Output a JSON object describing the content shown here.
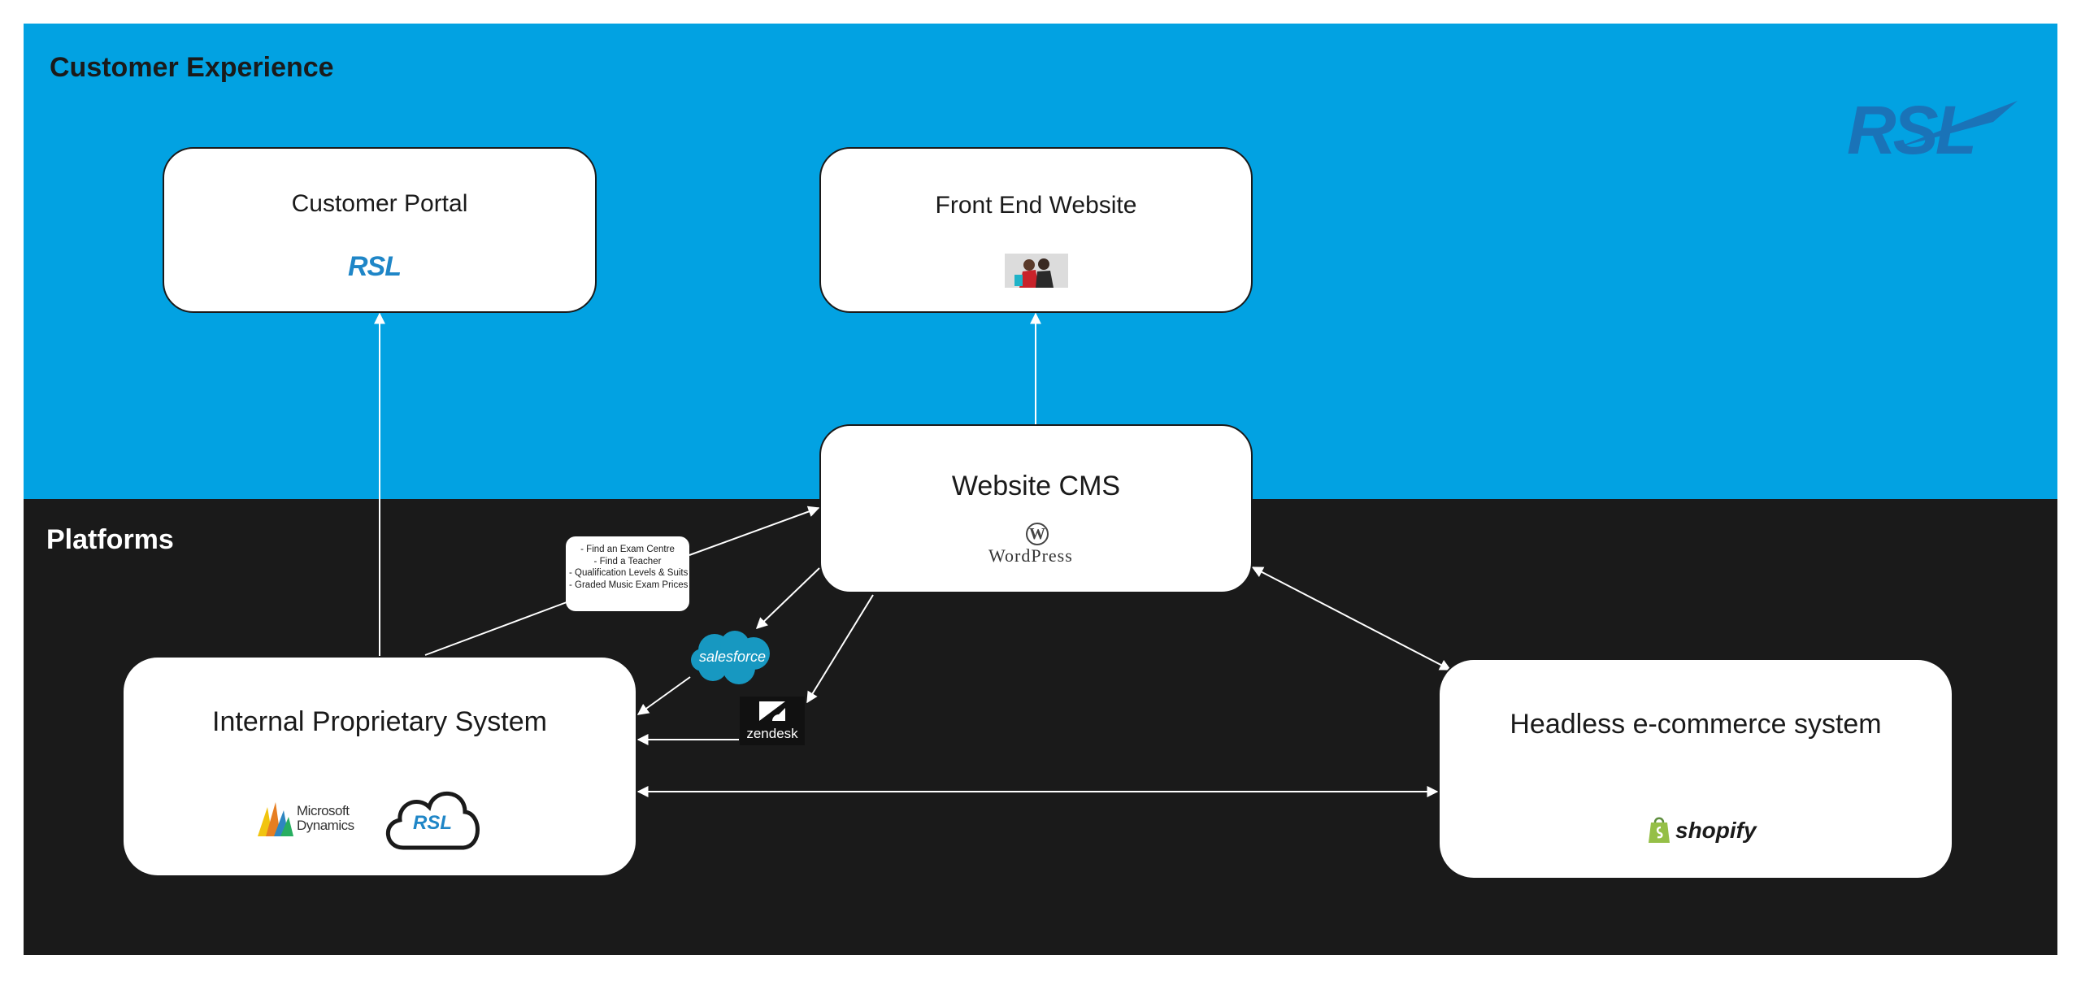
{
  "sections": {
    "top": {
      "title": "Customer Experience"
    },
    "bottom": {
      "title": "Platforms"
    }
  },
  "colors": {
    "top_band": "#02A2E2",
    "bottom_band": "#1A1A1A",
    "box": "#FFFFFF",
    "connector": "#FFFFFF",
    "rsl_logo_dark": "#1A73B8",
    "rsl_logo": "#1F86C7"
  },
  "nodes": {
    "customer_portal": {
      "title": "Customer Portal",
      "logo": "RSL"
    },
    "front_end_website": {
      "title": "Front End Website",
      "image": "photo-thumbnail"
    },
    "website_cms": {
      "title": "Website CMS",
      "logo": "WordPress"
    },
    "internal_system": {
      "title": "Internal Proprietary System",
      "logos": [
        "Microsoft",
        "Dynamics",
        "RSL"
      ]
    },
    "ecommerce": {
      "title": "Headless e-commerce system",
      "logo": "shopify"
    }
  },
  "brand_logo": "RSL",
  "integrations": {
    "salesforce": "salesforce",
    "zendesk": "zendesk"
  },
  "data_note": {
    "lines": [
      "- Find an Exam Centre",
      "- Find a Teacher",
      "- Qualification Levels & Suits",
      "- Graded Music Exam Prices"
    ]
  }
}
